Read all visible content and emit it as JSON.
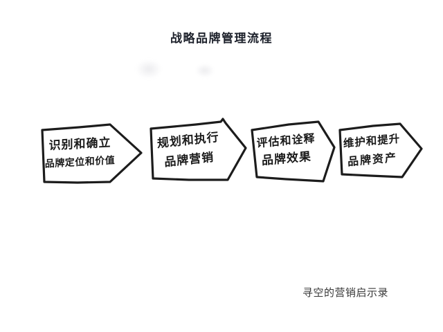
{
  "page": {
    "title": "战略品牌管理流程",
    "credit": "寻空的营销启示录",
    "background": "#ffffff"
  },
  "colors": {
    "ink": "#1c1c1c",
    "title_text": "#1d212b",
    "credit_text": "#383838",
    "shape_fill": "#ffffff"
  },
  "diagram": {
    "type": "process-flow",
    "direction": "left-to-right",
    "style": "hand-drawn-arrows",
    "steps": [
      {
        "line1": "识别和确立",
        "line2": "品牌定位和价值"
      },
      {
        "line1": "规划和执行",
        "line2": "品牌营销"
      },
      {
        "line1": "评估和诠释",
        "line2": "品牌效果"
      },
      {
        "line1": "维护和提升",
        "line2": "品牌资产"
      }
    ]
  }
}
